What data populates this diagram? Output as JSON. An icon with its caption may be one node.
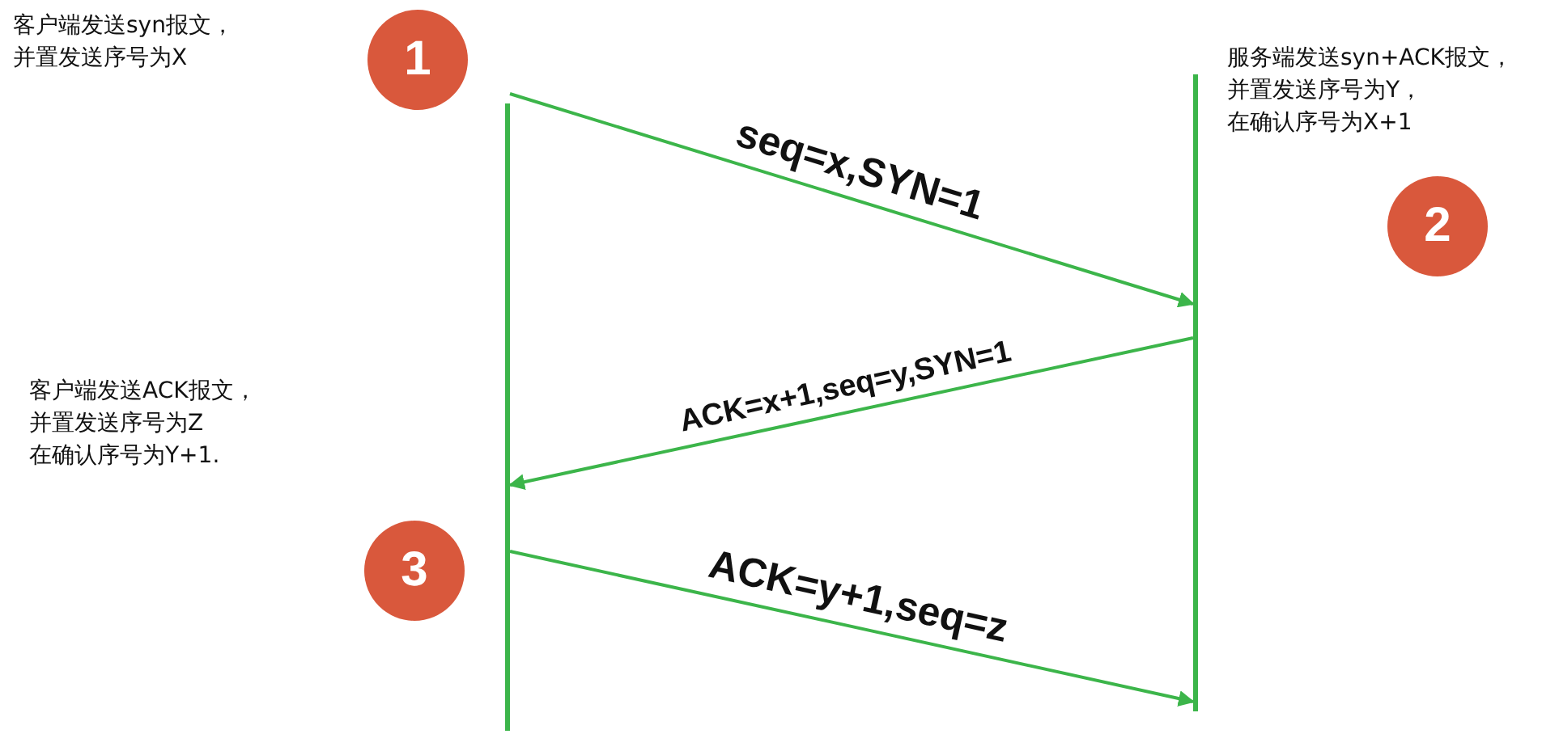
{
  "diagram": {
    "nodes": [
      {
        "text": [
          "1"
        ]
      },
      {
        "text": [
          "2"
        ]
      },
      {
        "text": [
          "3"
        ]
      },
      {
        "text": [],
        "shape": "bar"
      },
      {
        "text": [],
        "shape": "bar"
      }
    ],
    "edges": [
      {
        "from": 3,
        "to": 4,
        "arrow": "to",
        "label": "seq=x,SYN=1"
      },
      {
        "from": 4,
        "to": 3,
        "arrow": "to",
        "label": "ACK=x+1,seq=y,SYN=1"
      },
      {
        "from": 3,
        "to": 4,
        "arrow": "to",
        "label": "ACK=y+1,seq=z"
      }
    ],
    "labels": [
      "客户端发送syn报文，并置发送序号为X",
      "服务端发送syn+ACK报文，并置发送序号为Y，在确认序号为X+1",
      "客户端发送ACK报文，并置发送序号为Z在确认序号为Y+1."
    ]
  }
}
